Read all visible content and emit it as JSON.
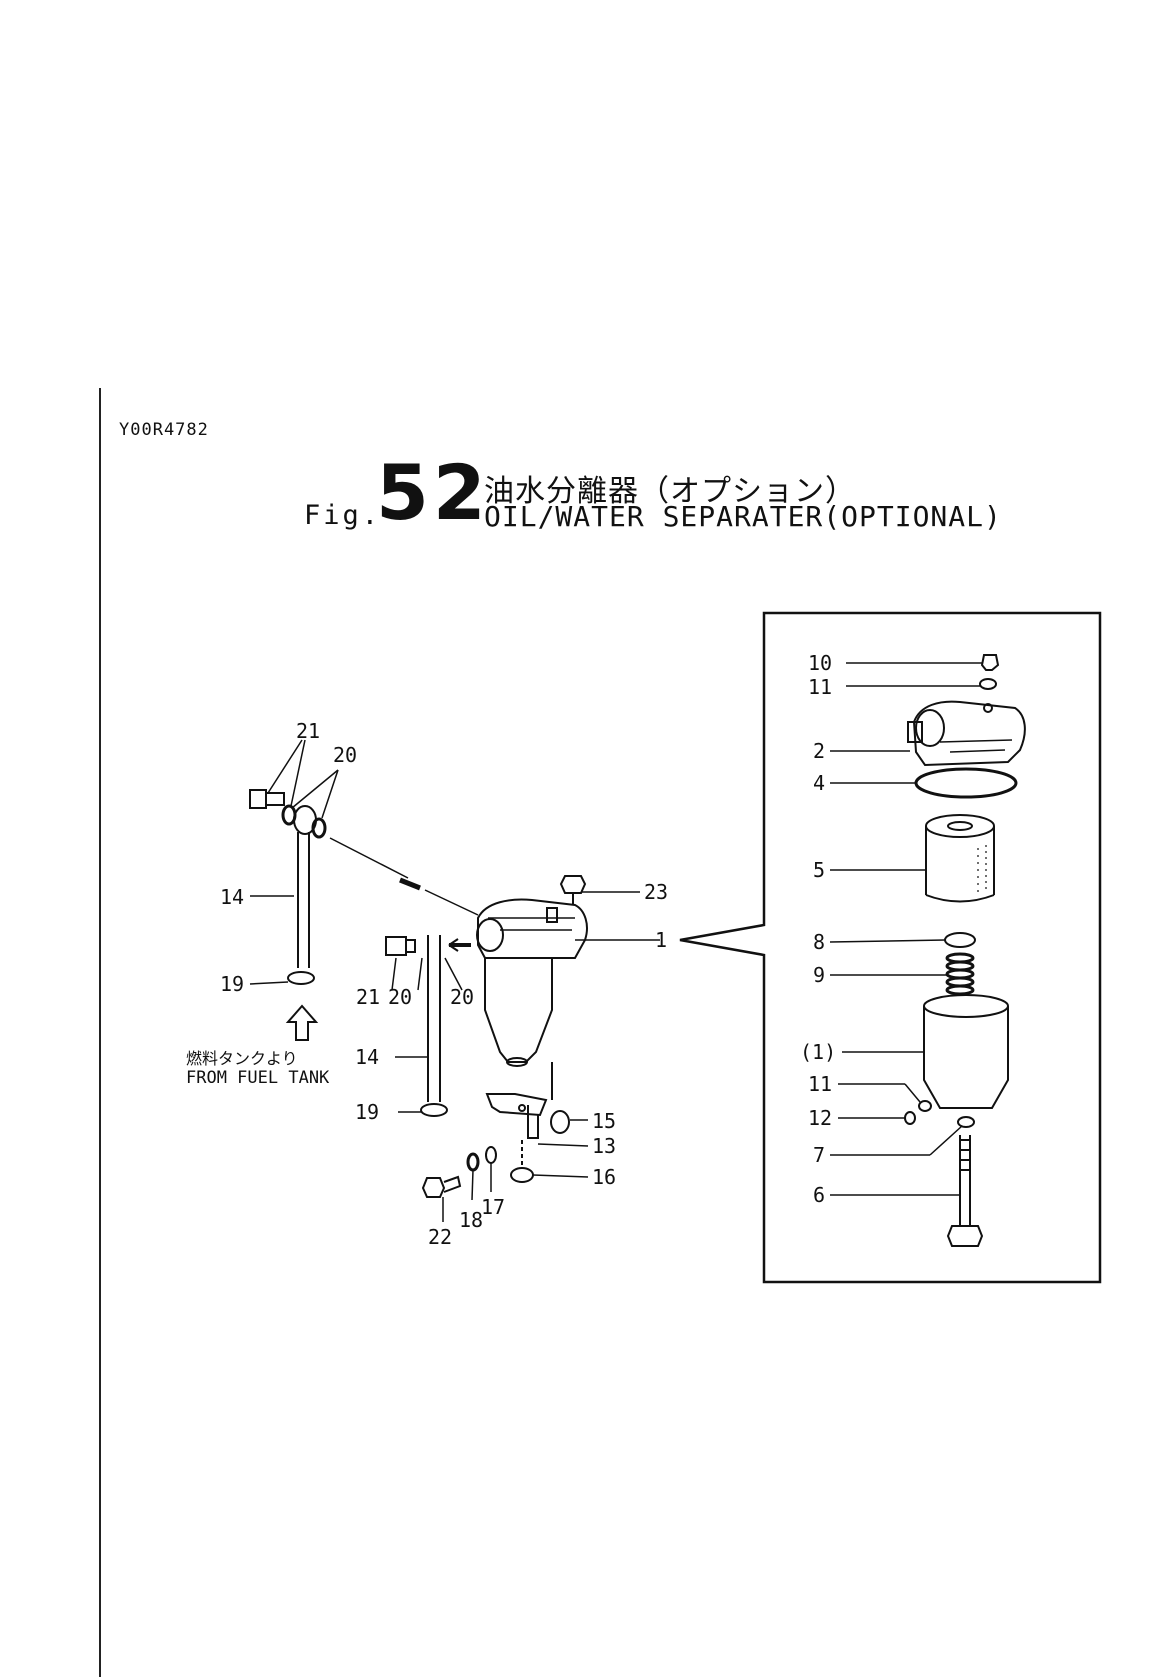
{
  "header": {
    "doc_id": "Y00R4782",
    "fig_prefix": "Fig.",
    "fig_number": "52",
    "title_jp": "油水分離器（オプション）",
    "title_en": "OIL/WATER SEPARATER(OPTIONAL)"
  },
  "source_note": {
    "jp": "燃料タンクより",
    "en": "FROM FUEL TANK"
  },
  "callouts_main": {
    "c21a": "21",
    "c20a": "20",
    "c14a": "14",
    "c19a": "19",
    "c23": "23",
    "c1": "1",
    "c21b": "21",
    "c20b": "20",
    "c20c": "20",
    "c14b": "14",
    "c19b": "19",
    "c15": "15",
    "c13": "13",
    "c16": "16",
    "c22": "22",
    "c18": "18",
    "c17": "17"
  },
  "callouts_inset": {
    "c10": "10",
    "c11a": "11",
    "c2": "2",
    "c4": "4",
    "c5": "5",
    "c8": "8",
    "c9": "9",
    "c1p": "(1)",
    "c11b": "11",
    "c12": "12",
    "c7": "7",
    "c6": "6"
  }
}
